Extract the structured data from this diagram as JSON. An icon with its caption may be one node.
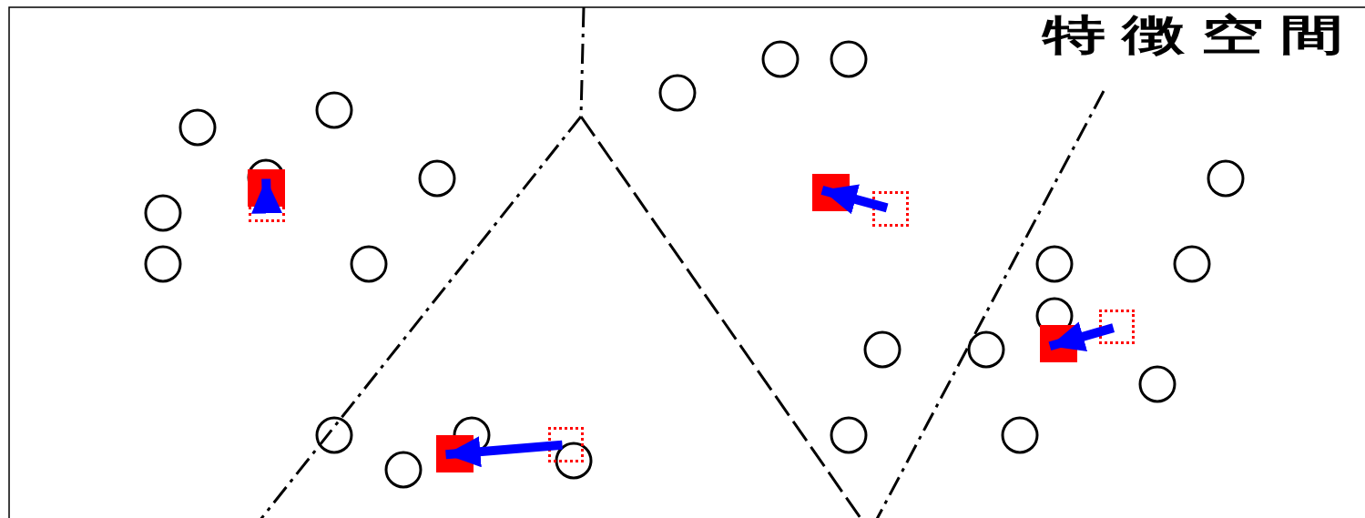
{
  "diagram": {
    "title": "特徴空間",
    "nodes": [
      {
        "text": [],
        "shape": "box"
      },
      {
        "text": [],
        "shape": "box"
      },
      {
        "text": [],
        "shape": "box"
      },
      {
        "text": [],
        "shape": "box"
      },
      {
        "text": [],
        "shape": "box"
      },
      {
        "text": [],
        "shape": "box"
      },
      {
        "text": [],
        "shape": "box"
      },
      {
        "text": [],
        "shape": "box"
      }
    ],
    "edges": [
      {
        "from": 1,
        "to": 0,
        "arrow": "to"
      },
      {
        "from": 3,
        "to": 2,
        "arrow": "to"
      },
      {
        "from": 5,
        "to": 4,
        "arrow": "to"
      },
      {
        "from": 7,
        "to": 6,
        "arrow": "to"
      }
    ]
  }
}
